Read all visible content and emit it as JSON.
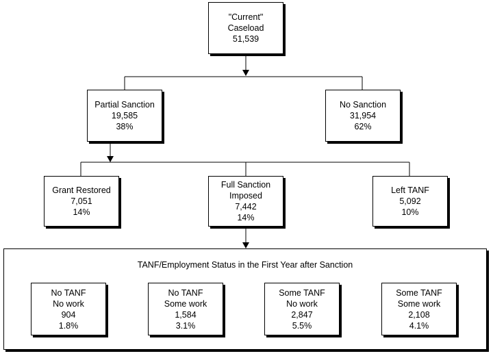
{
  "root": {
    "line1": "\"Current\"",
    "line2": "Caseload",
    "line3": "51,539"
  },
  "partial_sanction": {
    "label": "Partial Sanction",
    "count": "19,585",
    "pct": "38%"
  },
  "no_sanction": {
    "label": "No Sanction",
    "count": "31,954",
    "pct": "62%"
  },
  "grant_restored": {
    "label": "Grant Restored",
    "count": "7,051",
    "pct": "14%"
  },
  "full_sanction": {
    "line1": "Full Sanction",
    "line2": "Imposed",
    "count": "7,442",
    "pct": "14%"
  },
  "left_tanf": {
    "label": "Left TANF",
    "count": "5,092",
    "pct": "10%"
  },
  "status_panel": {
    "title": "TANF/Employment Status in the First Year after Sanction",
    "items": [
      {
        "line1": "No TANF",
        "line2": "No work",
        "count": "904",
        "pct": "1.8%"
      },
      {
        "line1": "No TANF",
        "line2": "Some work",
        "count": "1,584",
        "pct": "3.1%"
      },
      {
        "line1": "Some TANF",
        "line2": "No work",
        "count": "2,847",
        "pct": "5.5%"
      },
      {
        "line1": "Some TANF",
        "line2": "Some work",
        "count": "2,108",
        "pct": "4.1%"
      }
    ]
  }
}
